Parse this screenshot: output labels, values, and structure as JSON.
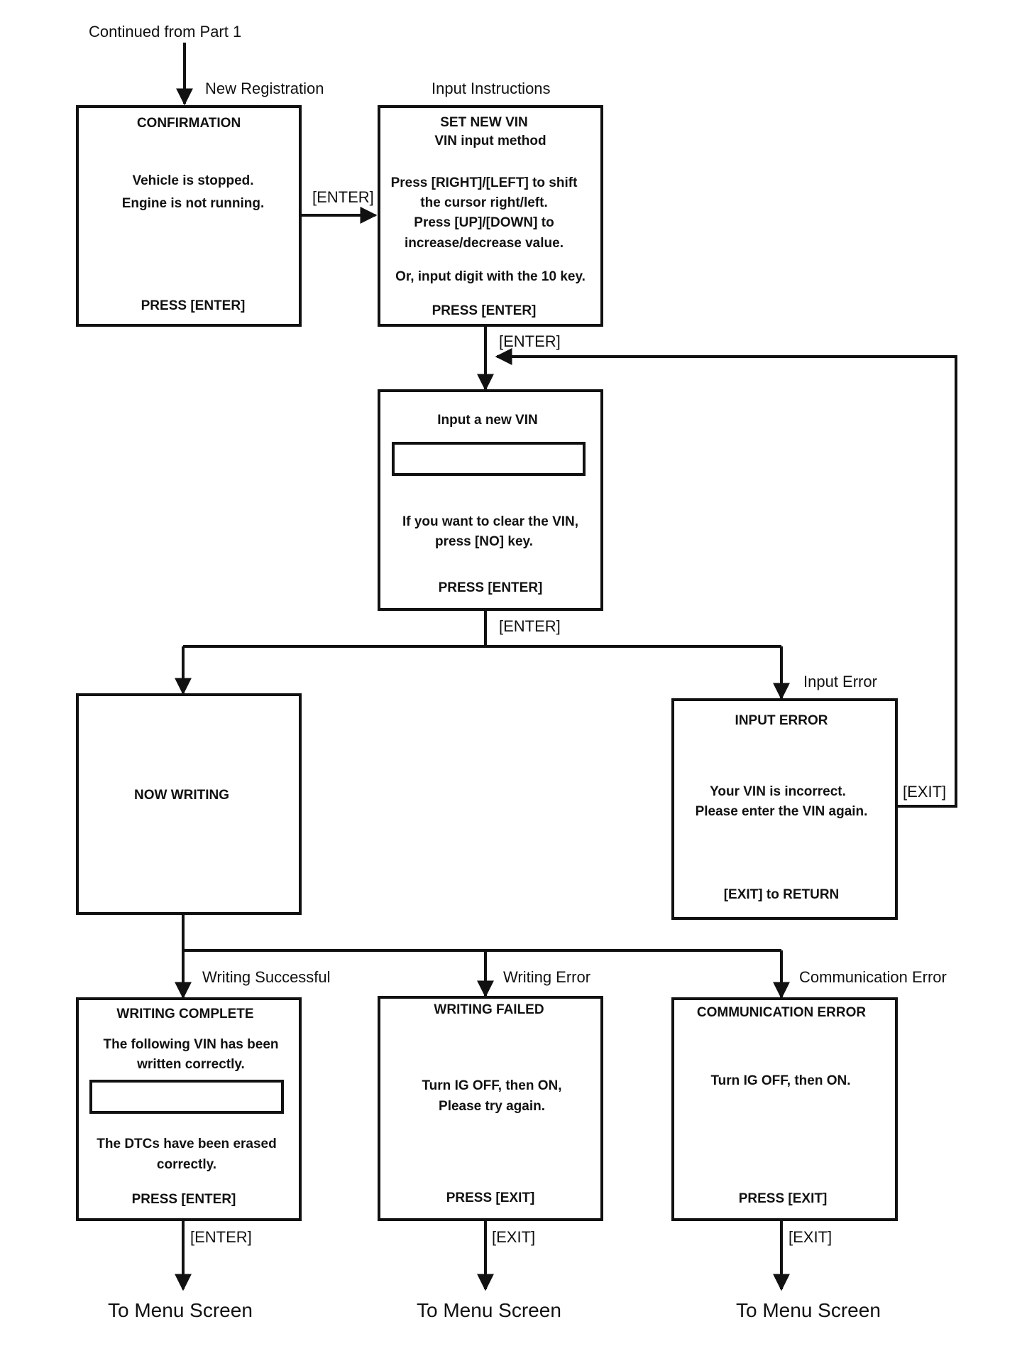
{
  "top_note": "Continued from Part 1",
  "edges": {
    "new_registration": "New Registration",
    "input_instructions": "Input Instructions",
    "confirm_to_setvin": "[ENTER]",
    "setvin_to_input": "[ENTER]",
    "input_to_branch": "[ENTER]",
    "input_error": "Input Error",
    "error_exit": "[EXIT]",
    "writing_successful": "Writing Successful",
    "writing_error": "Writing Error",
    "communication_error": "Communication Error",
    "complete_out": "[ENTER]",
    "failed_out": "[EXIT]",
    "comm_out": "[EXIT]"
  },
  "boxes": {
    "confirmation": {
      "title": "CONFIRMATION",
      "line1": "Vehicle is stopped.",
      "line2": "Engine is not running.",
      "action": "PRESS [ENTER]"
    },
    "set_new_vin": {
      "title": "SET NEW VIN",
      "subtitle": "VIN input method",
      "line1": "Press [RIGHT]/[LEFT] to shift",
      "line2": "the cursor right/left.",
      "line3": "Press [UP]/[DOWN] to",
      "line4": "increase/decrease value.",
      "line5": "Or, input digit with the 10 key.",
      "action": "PRESS [ENTER]"
    },
    "input_vin": {
      "title": "Input a new VIN",
      "line1": "If you want to clear the VIN,",
      "line2": "press [NO] key.",
      "action": "PRESS [ENTER]"
    },
    "now_writing": {
      "title": "NOW WRITING"
    },
    "input_error": {
      "title": "INPUT ERROR",
      "line1": "Your VIN is incorrect.",
      "line2": "Please enter the VIN again.",
      "action": "[EXIT] to RETURN"
    },
    "writing_complete": {
      "title": "WRITING COMPLETE",
      "line1": "The following VIN has been",
      "line2": "written correctly.",
      "line3": "The DTCs have been erased",
      "line4": "correctly.",
      "action": "PRESS [ENTER]"
    },
    "writing_failed": {
      "title": "WRITING FAILED",
      "line1": "Turn IG OFF, then ON,",
      "line2": "Please try again.",
      "action": "PRESS [EXIT]"
    },
    "communication_error": {
      "title": "COMMUNICATION ERROR",
      "line1": "Turn IG OFF, then ON.",
      "action": "PRESS [EXIT]"
    }
  },
  "outcomes": {
    "left": "To Menu Screen",
    "middle": "To Menu Screen",
    "right": "To Menu Screen"
  }
}
